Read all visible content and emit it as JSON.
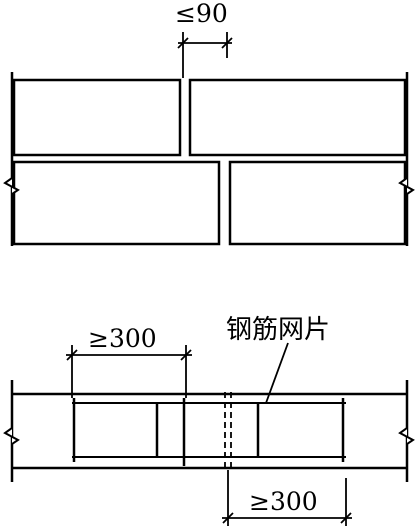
{
  "top_detail": {
    "dim_max_gap": "≤90"
  },
  "bottom_detail": {
    "dim_left_lap": "≥300",
    "dim_right_lap": "≥300",
    "mesh_label": "钢筋网片"
  }
}
